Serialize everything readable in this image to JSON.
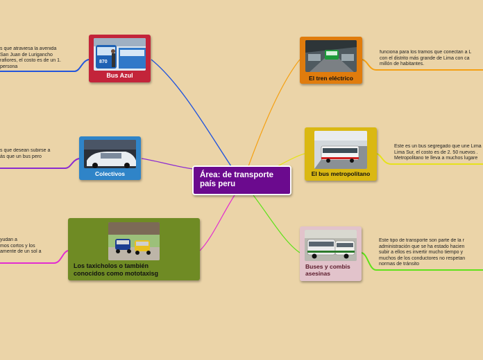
{
  "central": {
    "title": "Área: de transporte país peru"
  },
  "nodes": {
    "bus_azul": {
      "label": "Bus Azul",
      "note": "s que atraviesa la avenida\nSan Juan de Lurigancho\nrafiores, el costo es de un 1.\npersona"
    },
    "colectivos": {
      "label": "Colectivos",
      "note": "s que desean subirse a\nás que un bus pero"
    },
    "taxicholos": {
      "label": "Los taxicholos o también conocidos como mototaxisg",
      "note": "yudan a\nmos cortos y los\namente de un sol a"
    },
    "tren": {
      "label": "El tren eléctrico",
      "note": "funciona para los tramos que conectan a L\ncon el distrito más grande de Lima  con ca\nmillón de habitantes."
    },
    "metropolitano": {
      "label": "El bus metropolitano",
      "note": "Este es un bus segregado que une Lima\nLima Sur, el costo es de 2. 50 nuevos .\nMetropolitano te lleva a muchos lugare"
    },
    "combis": {
      "label": "Buses y combis asesinas",
      "note": "Este tipo de transporte son parte de la r\nadministración que se ha estado hacien\nsubir a ellos es invertir mucho tiempo y\nmuchos de los conductores no respetan\nnormas de tránsito"
    }
  },
  "colors": {
    "background": "#ebd4a8",
    "central": "#6b0a8e",
    "bus_azul": "#c3243a",
    "colectivos": "#2f84c8",
    "taxicholos": "#6f8b24",
    "tren": "#e07c0d",
    "metropolitano": "#dab812",
    "combis": "#e2c3cb",
    "link_blue": "#2255dd",
    "link_purple": "#8b2ad1",
    "link_magenta": "#e22bd0",
    "link_orange": "#f5a012",
    "link_yellow": "#e6e21a",
    "link_green": "#5ee21a"
  }
}
